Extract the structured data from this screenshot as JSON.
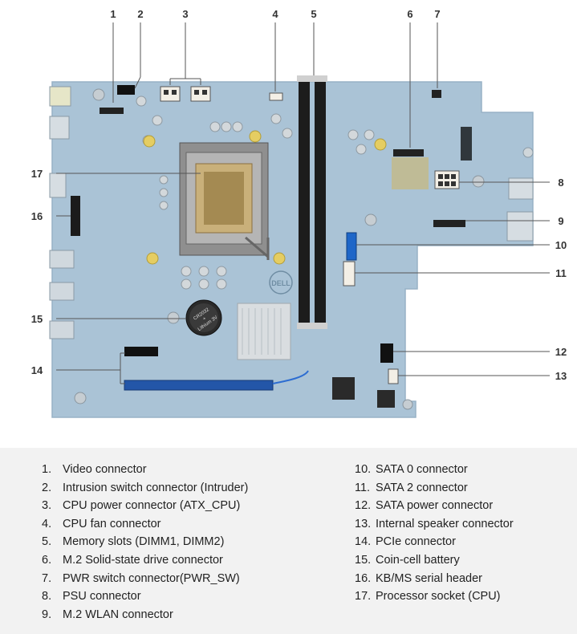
{
  "diagram": {
    "callouts": [
      {
        "number": "1",
        "label": "Video connector"
      },
      {
        "number": "2",
        "label": "Intrusion switch connector (Intruder)"
      },
      {
        "number": "3",
        "label": "CPU power connector (ATX_CPU)"
      },
      {
        "number": "4",
        "label": "CPU fan connector"
      },
      {
        "number": "5",
        "label": "Memory slots (DIMM1, DIMM2)"
      },
      {
        "number": "6",
        "label": "M.2 Solid-state drive connector"
      },
      {
        "number": "7",
        "label": "PWR switch connector(PWR_SW)"
      },
      {
        "number": "8",
        "label": "PSU connector"
      },
      {
        "number": "9",
        "label": "M.2 WLAN connector"
      },
      {
        "number": "10",
        "label": "SATA 0 connector"
      },
      {
        "number": "11",
        "label": "SATA 2 connector"
      },
      {
        "number": "12",
        "label": "SATA power connector"
      },
      {
        "number": "13",
        "label": "Internal speaker connector"
      },
      {
        "number": "14",
        "label": "PCIe connector"
      },
      {
        "number": "15",
        "label": "Coin-cell battery"
      },
      {
        "number": "16",
        "label": "KB/MS serial header"
      },
      {
        "number": "17",
        "label": "Processor socket (CPU)"
      }
    ],
    "battery_text": [
      "CR2032",
      "+",
      "Lithium 3V"
    ],
    "board_logo": "DELL"
  },
  "legend": {
    "left": [
      {
        "num": "1.",
        "text": "Video connector"
      },
      {
        "num": "2.",
        "text": "Intrusion switch connector (Intruder)"
      },
      {
        "num": "3.",
        "text": "CPU power connector (ATX_CPU)"
      },
      {
        "num": "4.",
        "text": "CPU fan connector"
      },
      {
        "num": "5.",
        "text": "Memory slots (DIMM1, DIMM2)"
      },
      {
        "num": "6.",
        "text": "M.2 Solid-state drive connector"
      },
      {
        "num": "7.",
        "text": "PWR switch connector(PWR_SW)"
      },
      {
        "num": "8.",
        "text": "PSU connector"
      },
      {
        "num": "9.",
        "text": "M.2 WLAN connector"
      }
    ],
    "right": [
      {
        "num": "10.",
        "text": "SATA 0 connector"
      },
      {
        "num": "11.",
        "text": "SATA 2 connector"
      },
      {
        "num": "12.",
        "text": "SATA power connector"
      },
      {
        "num": "13.",
        "text": "Internal speaker connector"
      },
      {
        "num": "14.",
        "text": "PCIe connector"
      },
      {
        "num": "15.",
        "text": "Coin-cell battery"
      },
      {
        "num": "16.",
        "text": "KB/MS serial header"
      },
      {
        "num": "17.",
        "text": "Processor socket (CPU)"
      }
    ]
  },
  "colors": {
    "board": "#a9c3d6",
    "board_edge": "#9cb6ca",
    "callout_line": "#555555",
    "pcie_slot": "#2050a0",
    "sata_port": "#1e66c8",
    "legend_bg": "#f2f2f2"
  }
}
